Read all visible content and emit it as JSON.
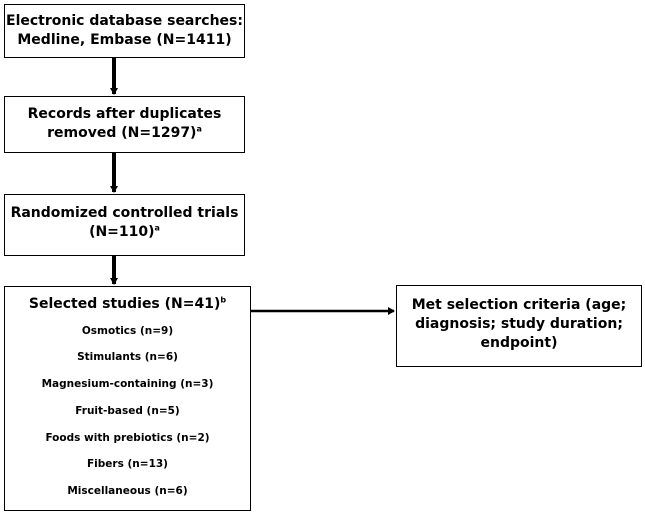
{
  "boxes": {
    "search": {
      "line1": "Electronic database searches:",
      "line2": "Medline, Embase (N=1411)"
    },
    "duplicates": {
      "line1": "Records after duplicates",
      "line2": "removed (N=1297)",
      "sup": "a"
    },
    "rct": {
      "line1": "Randomized controlled trials",
      "line2": "(N=110)",
      "sup": "a"
    },
    "selected": {
      "title": "Selected studies (N=41)",
      "sup": "b",
      "items": [
        "Osmotics (n=9)",
        "Stimulants (n=6)",
        "Magnesium-containing (n=3)",
        "Fruit-based (n=5)",
        "Foods with prebiotics (n=2)",
        "Fibers (n=13)",
        "Miscellaneous (n=6)"
      ]
    },
    "criteria": {
      "line1": "Met selection criteria (age;",
      "line2": "diagnosis; study duration;",
      "line3": "endpoint)"
    }
  }
}
